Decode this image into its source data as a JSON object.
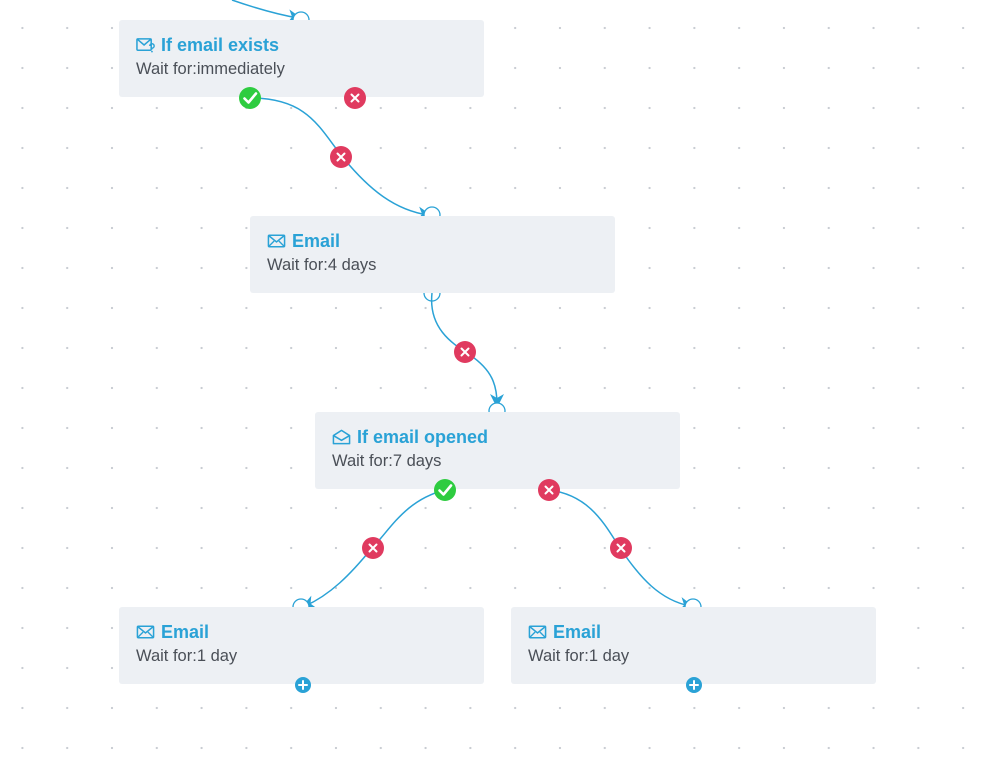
{
  "flow": {
    "nodes": [
      {
        "id": "if-exists",
        "type": "condition",
        "icon": "envelope-question-icon",
        "title": "If email exists",
        "wait_label": "Wait for:",
        "wait_value": "immediately"
      },
      {
        "id": "email-1",
        "type": "email",
        "icon": "envelope-icon",
        "title": "Email",
        "wait_label": "Wait for:",
        "wait_value": "4 days"
      },
      {
        "id": "if-opened",
        "type": "condition",
        "icon": "envelope-open-icon",
        "title": "If email opened",
        "wait_label": "Wait for:",
        "wait_value": "7 days"
      },
      {
        "id": "email-2",
        "type": "email",
        "icon": "envelope-icon",
        "title": "Email",
        "wait_label": "Wait for:",
        "wait_value": "1 day"
      },
      {
        "id": "email-3",
        "type": "email",
        "icon": "envelope-icon",
        "title": "Email",
        "wait_label": "Wait for:",
        "wait_value": "1 day"
      }
    ],
    "colors": {
      "link": "#2aa2d6",
      "title": "#2aa2d6",
      "yes_badge": "#2ecc40",
      "no_badge": "#e03a5f",
      "add_badge": "#2aa2d6",
      "node_bg": "#edf0f4"
    }
  }
}
